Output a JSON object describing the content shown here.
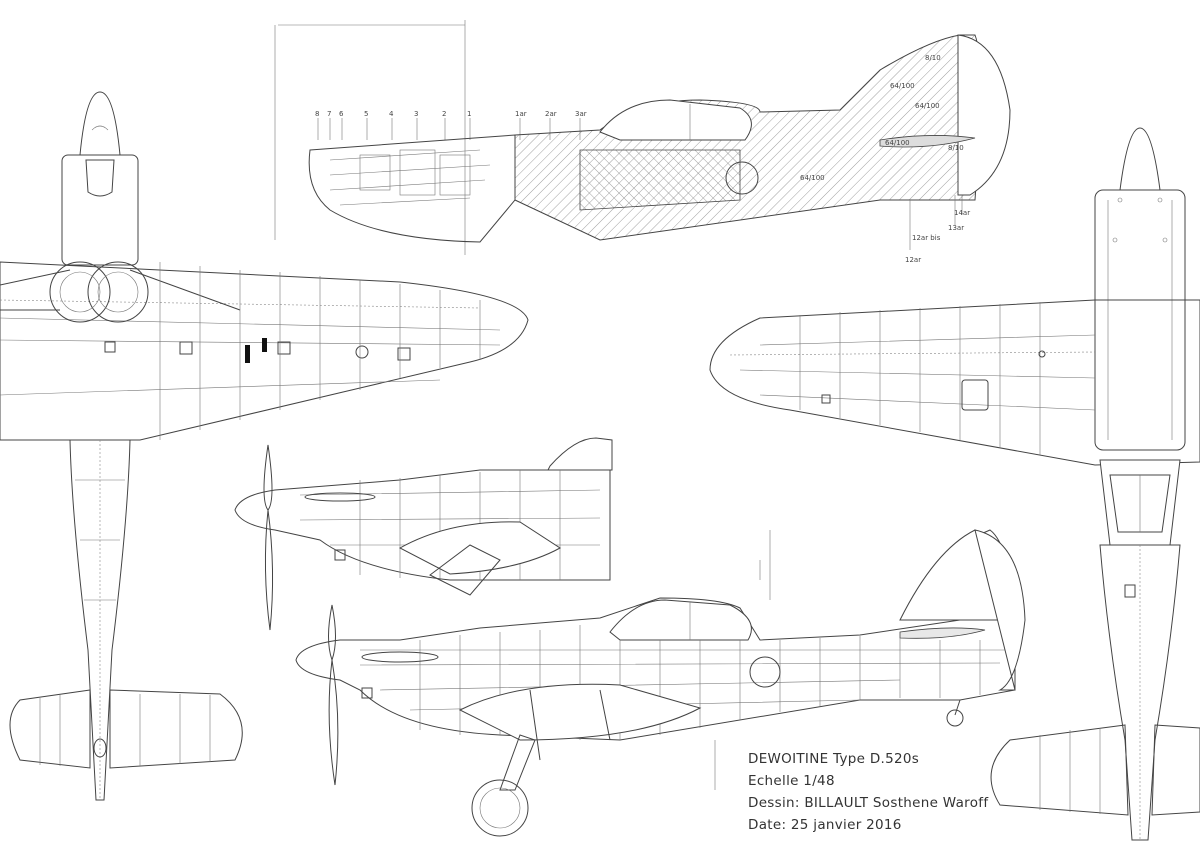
{
  "title_block": {
    "line1": "DEWOITINE Type D.520s",
    "line2": "Echelle 1/48",
    "line3": "Dessin: BILLAULT Sosthene Waroff",
    "line4": "Date: 25 janvier 2016"
  },
  "section_labels": {
    "frames": [
      "8",
      "7",
      "6",
      "5",
      "4",
      "3",
      "2",
      "1",
      "1ar",
      "2ar",
      "3ar"
    ],
    "f_12ar": "12ar",
    "f_12ar_bis": "12ar bis",
    "f_13ar": "13ar",
    "f_14ar": "14ar",
    "skin": [
      "8/10",
      "64/100",
      "64/100",
      "64/100",
      "64/100",
      "8/10"
    ]
  },
  "colors": {
    "line": "#444444",
    "hatch": "#888888",
    "background": "#ffffff"
  }
}
